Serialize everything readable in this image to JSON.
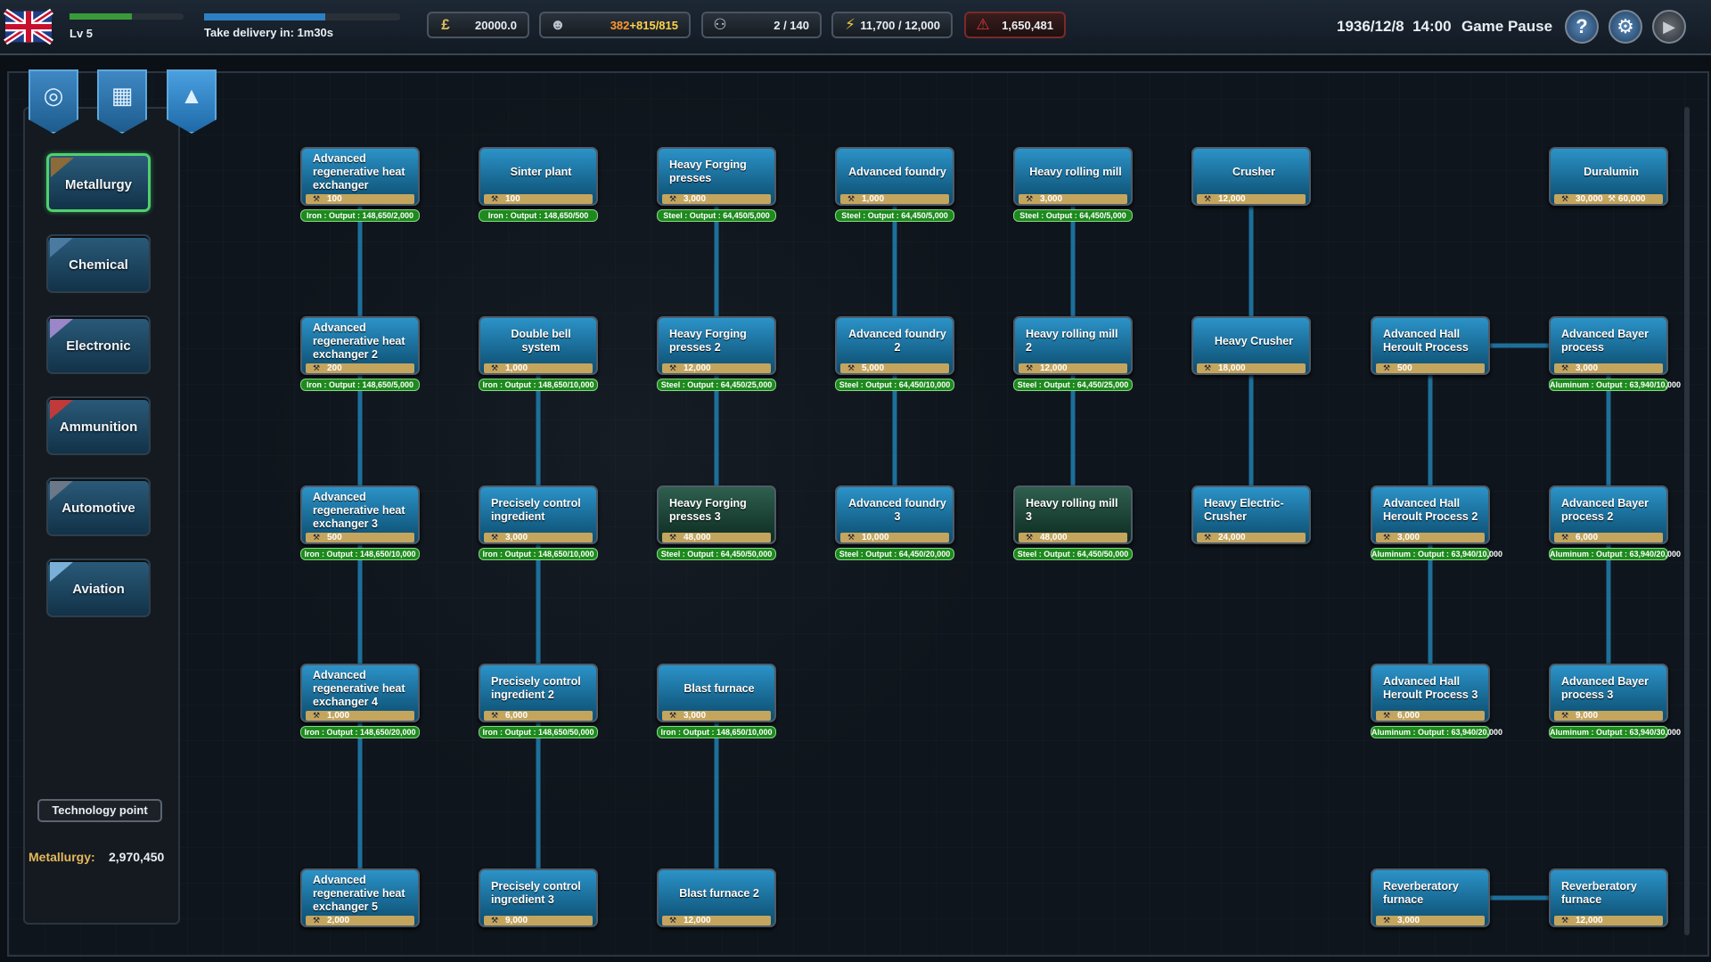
{
  "top": {
    "level_label": "Lv 5",
    "level_progress": 0.55,
    "delivery_label": "Take delivery in: 1m30s",
    "delivery_progress": 0.62,
    "money": "20000.0",
    "pop_a": "382",
    "pop_b": "+815",
    "pop_c": "/815",
    "workers": "2 / 140",
    "power": "11,700 / 12,000",
    "alert": "1,650,481",
    "date": "1936/12/8",
    "time": "14:00",
    "pause": "Game Pause",
    "icons": {
      "money": "pound-icon",
      "pop": "population-icon",
      "workers": "worker-icon",
      "power": "lightning-icon",
      "alert": "warning-icon"
    }
  },
  "tabs": [
    {
      "name": "target-icon"
    },
    {
      "name": "factory-icon"
    },
    {
      "name": "tech-tree-icon"
    }
  ],
  "categories": [
    {
      "label": "Metallurgy",
      "color": "#8b6b3a",
      "active": true
    },
    {
      "label": "Chemical",
      "color": "#4a7aa0",
      "active": false
    },
    {
      "label": "Electronic",
      "color": "#9a86c8",
      "active": false
    },
    {
      "label": "Ammunition",
      "color": "#c03a3a",
      "active": false
    },
    {
      "label": "Automotive",
      "color": "#6a7888",
      "active": false
    },
    {
      "label": "Aviation",
      "color": "#7ab0d8",
      "active": false
    }
  ],
  "tech_point": {
    "title": "Technology point",
    "label": "Metallurgy:",
    "value": "2,970,450"
  },
  "tree": {
    "nodes": [
      {
        "col": 0,
        "row": 0,
        "name": "Advanced regenerative heat exchanger",
        "cost": "100",
        "output": "Iron : Output : 148,650/2,000"
      },
      {
        "col": 0,
        "row": 1,
        "name": "Advanced regenerative heat exchanger 2",
        "cost": "200",
        "output": "Iron : Output : 148,650/5,000"
      },
      {
        "col": 0,
        "row": 2,
        "name": "Advanced regenerative heat exchanger 3",
        "cost": "500",
        "output": "Iron : Output : 148,650/10,000"
      },
      {
        "col": 0,
        "row": 3,
        "name": "Advanced regenerative heat exchanger 4",
        "cost": "1,000",
        "output": "Iron : Output : 148,650/20,000"
      },
      {
        "col": 0,
        "row": 4,
        "name": "Advanced regenerative heat exchanger 5",
        "cost": "2,000",
        "output": ""
      },
      {
        "col": 1,
        "row": 0,
        "name": "Sinter plant",
        "cost": "100",
        "output": "Iron : Output : 148,650/500"
      },
      {
        "col": 1,
        "row": 1,
        "name": "Double bell system",
        "cost": "1,000",
        "output": "Iron : Output : 148,650/10,000"
      },
      {
        "col": 1,
        "row": 2,
        "name": "Precisely control ingredient",
        "cost": "3,000",
        "output": "Iron : Output : 148,650/10,000"
      },
      {
        "col": 1,
        "row": 3,
        "name": "Precisely control ingredient 2",
        "cost": "6,000",
        "output": "Iron : Output : 148,650/50,000"
      },
      {
        "col": 1,
        "row": 4,
        "name": "Precisely control ingredient 3",
        "cost": "9,000",
        "output": ""
      },
      {
        "col": 2,
        "row": 0,
        "name": "Heavy Forging presses",
        "cost": "3,000",
        "output": "Steel : Output : 64,450/5,000"
      },
      {
        "col": 2,
        "row": 1,
        "name": "Heavy Forging presses 2",
        "cost": "12,000",
        "output": "Steel : Output : 64,450/25,000"
      },
      {
        "col": 2,
        "row": 2,
        "name": "Heavy Forging presses 3",
        "cost": "48,000",
        "output": "Steel : Output : 64,450/50,000",
        "dark": true
      },
      {
        "col": 2,
        "row": 3,
        "name": "Blast furnace",
        "cost": "3,000",
        "output": "Iron : Output : 148,650/10,000"
      },
      {
        "col": 2,
        "row": 4,
        "name": "Blast furnace 2",
        "cost": "12,000",
        "output": ""
      },
      {
        "col": 3,
        "row": 0,
        "name": "Advanced foundry",
        "cost": "1,000",
        "output": "Steel : Output : 64,450/5,000"
      },
      {
        "col": 3,
        "row": 1,
        "name": "Advanced foundry 2",
        "cost": "5,000",
        "output": "Steel : Output : 64,450/10,000"
      },
      {
        "col": 3,
        "row": 2,
        "name": "Advanced foundry 3",
        "cost": "10,000",
        "output": "Steel : Output : 64,450/20,000"
      },
      {
        "col": 4,
        "row": 0,
        "name": "Heavy rolling mill",
        "cost": "3,000",
        "output": "Steel : Output : 64,450/5,000"
      },
      {
        "col": 4,
        "row": 1,
        "name": "Heavy rolling mill 2",
        "cost": "12,000",
        "output": "Steel : Output : 64,450/25,000"
      },
      {
        "col": 4,
        "row": 2,
        "name": "Heavy rolling mill 3",
        "cost": "48,000",
        "output": "Steel : Output : 64,450/50,000",
        "dark": true
      },
      {
        "col": 5,
        "row": 0,
        "name": "Crusher",
        "cost": "12,000",
        "output": ""
      },
      {
        "col": 5,
        "row": 1,
        "name": "Heavy Crusher",
        "cost": "18,000",
        "output": ""
      },
      {
        "col": 5,
        "row": 2,
        "name": "Heavy Electric-Crusher",
        "cost": "24,000",
        "output": ""
      },
      {
        "col": 6,
        "row": 1,
        "name": "Advanced Hall Heroult Process",
        "cost": "500",
        "output": ""
      },
      {
        "col": 6,
        "row": 2,
        "name": "Advanced Hall Heroult Process 2",
        "cost": "3,000",
        "output": "Aluminum : Output : 63,940/10,000"
      },
      {
        "col": 6,
        "row": 3,
        "name": "Advanced Hall Heroult Process 3",
        "cost": "6,000",
        "output": "Aluminum : Output : 63,940/20,000"
      },
      {
        "col": 6,
        "row": 4,
        "name": "Reverberatory furnace",
        "cost": "3,000",
        "output": ""
      },
      {
        "col": 7,
        "row": 0,
        "name": "Duralumin",
        "cost": "30,000",
        "cost2": "60,000",
        "output": ""
      },
      {
        "col": 7,
        "row": 1,
        "name": "Advanced Bayer process",
        "cost": "3,000",
        "output": "Aluminum : Output : 63,940/10,000"
      },
      {
        "col": 7,
        "row": 2,
        "name": "Advanced Bayer process 2",
        "cost": "6,000",
        "output": "Aluminum : Output : 63,940/20,000"
      },
      {
        "col": 7,
        "row": 3,
        "name": "Advanced Bayer process 3",
        "cost": "9,000",
        "output": "Aluminum : Output : 63,940/30,000"
      },
      {
        "col": 7,
        "row": 4,
        "name": "Reverberatory furnace",
        "cost": "12,000",
        "output": ""
      }
    ],
    "links": [
      [
        [
          0,
          0
        ],
        [
          0,
          1
        ]
      ],
      [
        [
          0,
          1
        ],
        [
          0,
          2
        ]
      ],
      [
        [
          0,
          2
        ],
        [
          0,
          3
        ]
      ],
      [
        [
          0,
          3
        ],
        [
          0,
          4
        ]
      ],
      [
        [
          1,
          1
        ],
        [
          1,
          2
        ]
      ],
      [
        [
          1,
          2
        ],
        [
          1,
          3
        ]
      ],
      [
        [
          1,
          3
        ],
        [
          1,
          4
        ]
      ],
      [
        [
          2,
          0
        ],
        [
          2,
          1
        ]
      ],
      [
        [
          2,
          1
        ],
        [
          2,
          2
        ]
      ],
      [
        [
          2,
          3
        ],
        [
          2,
          4
        ]
      ],
      [
        [
          3,
          0
        ],
        [
          3,
          1
        ]
      ],
      [
        [
          3,
          1
        ],
        [
          3,
          2
        ]
      ],
      [
        [
          4,
          0
        ],
        [
          4,
          1
        ]
      ],
      [
        [
          4,
          1
        ],
        [
          4,
          2
        ]
      ],
      [
        [
          5,
          0
        ],
        [
          5,
          1
        ]
      ],
      [
        [
          5,
          1
        ],
        [
          5,
          2
        ]
      ],
      [
        [
          6,
          1
        ],
        [
          6,
          2
        ]
      ],
      [
        [
          6,
          2
        ],
        [
          6,
          3
        ]
      ],
      [
        [
          7,
          1
        ],
        [
          7,
          2
        ]
      ],
      [
        [
          7,
          2
        ],
        [
          7,
          3
        ]
      ],
      [
        [
          6,
          1
        ],
        [
          7,
          1
        ]
      ],
      [
        [
          6,
          4
        ],
        [
          7,
          4
        ]
      ]
    ]
  }
}
